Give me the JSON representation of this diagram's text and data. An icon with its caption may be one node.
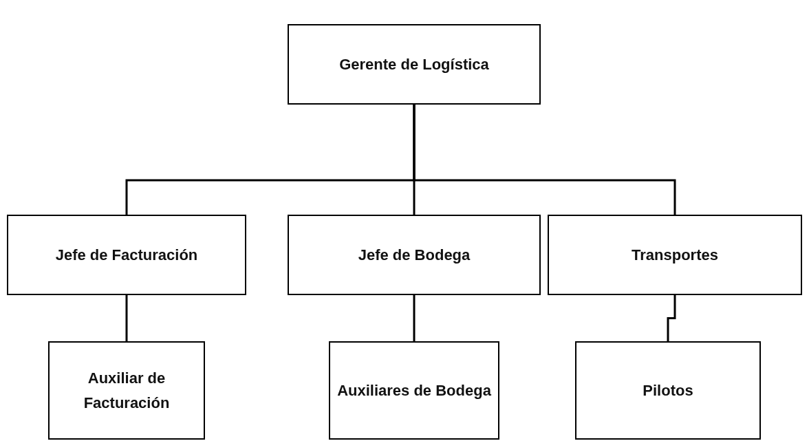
{
  "diagram": {
    "nodes": [
      {
        "text": [
          "Gerente de Logística"
        ]
      },
      {
        "text": [
          "Jefe de Facturación"
        ]
      },
      {
        "text": [
          "Jefe de Bodega"
        ]
      },
      {
        "text": [
          "Transportes"
        ]
      },
      {
        "text": [
          "Auxiliar de Facturación"
        ]
      },
      {
        "text": [
          "Auxiliares de Bodega"
        ]
      },
      {
        "text": [
          "Pilotos"
        ]
      }
    ],
    "edges": [
      {
        "from": 0,
        "to": 1,
        "arrow": "none"
      },
      {
        "from": 0,
        "to": 2,
        "arrow": "none"
      },
      {
        "from": 0,
        "to": 3,
        "arrow": "none"
      },
      {
        "from": 1,
        "to": 4,
        "arrow": "none"
      },
      {
        "from": 2,
        "to": 5,
        "arrow": "none"
      },
      {
        "from": 3,
        "to": 6,
        "arrow": "none"
      }
    ]
  }
}
